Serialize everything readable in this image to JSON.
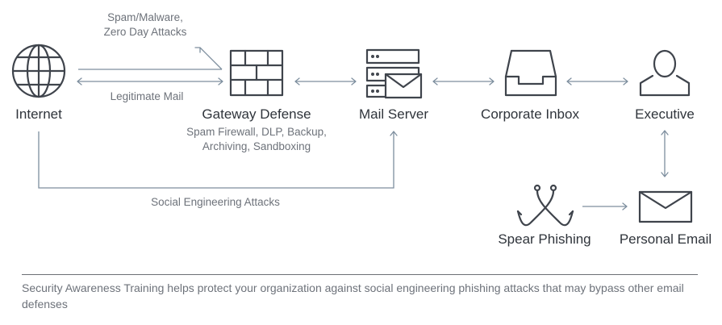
{
  "nodes": {
    "internet": "Internet",
    "gateway": "Gateway Defense",
    "gateway_detail": [
      "Spam Firewall, DLP, Backup,",
      "Archiving, Sandboxing"
    ],
    "mail_server": "Mail Server",
    "corporate_inbox": "Corporate Inbox",
    "executive": "Executive",
    "spear_phishing": "Spear Phishing",
    "personal_email": "Personal Email"
  },
  "edges": {
    "spam_malware": [
      "Spam/Malware,",
      "Zero Day Attacks"
    ],
    "legitimate_mail": "Legitimate Mail",
    "social_engineering": "Social Engineering Attacks"
  },
  "footer": "Security Awareness Training helps protect your organization against social engineering phishing attacks that may bypass other email defenses",
  "colors": {
    "icon_stroke": "#3f444c",
    "connector": "#7d8e9e",
    "secondary_text": "#6d727a"
  }
}
